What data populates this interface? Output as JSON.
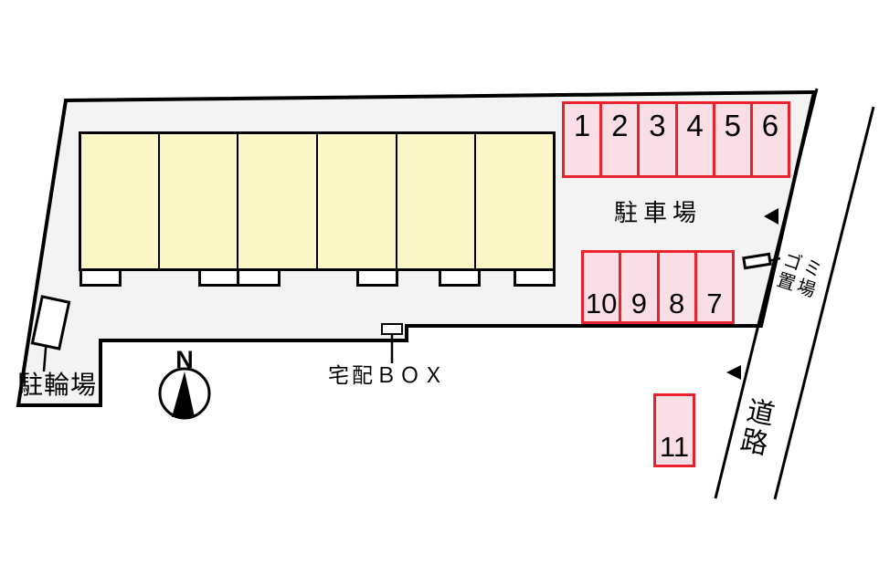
{
  "plan": {
    "type": "site-plan",
    "parking": {
      "area_label": "駐車場",
      "top_row_spaces": [
        "1",
        "2",
        "3",
        "4",
        "5",
        "6"
      ],
      "middle_row_spaces": [
        "10",
        "9",
        "8",
        "7"
      ],
      "detached_space": "11"
    },
    "labels": {
      "garbage_line1": "ゴミ",
      "garbage_line2": "置場",
      "road_char1": "道",
      "road_char2": "路",
      "delivery_box": "宅配ＢＯＸ",
      "bicycle_parking": "駐輪場",
      "compass_north": "N"
    },
    "icons": {
      "entrance_arrow": "left-pointing-triangle",
      "compass": "north-arrow-in-circle",
      "garbage_box": "small-outlined-box",
      "delivery_box_marker": "small-outlined-box",
      "bicycle_shed": "outlined-rectangle",
      "stairs": "dashed-stair-outline"
    },
    "colors": {
      "site_fill": "#f3f3f3",
      "building_fill": "#fcf6c6",
      "parking_fill": "#fadee6",
      "parking_border": "#e8232b",
      "line": "#000000"
    }
  }
}
